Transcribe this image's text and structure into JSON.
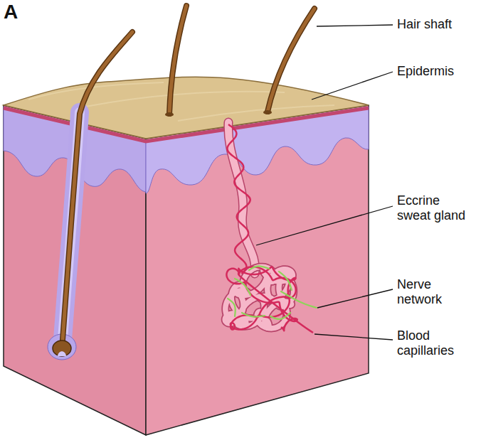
{
  "diagram": {
    "labels": [
      "A",
      "Hair shaft",
      "Epidermis",
      "Eccrine sweat gland",
      "Nerve network",
      "Blood capillaries"
    ]
  }
}
